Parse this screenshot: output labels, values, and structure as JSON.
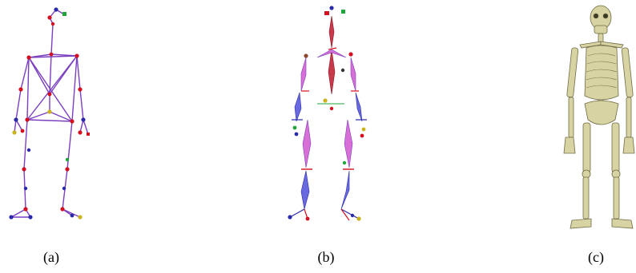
{
  "figure": {
    "panels": [
      {
        "id": "a",
        "caption": "(a)",
        "content": "stick-figure-skeleton-markers"
      },
      {
        "id": "b",
        "caption": "(b)",
        "content": "segment-bone-model-with-axes"
      },
      {
        "id": "c",
        "caption": "(c)",
        "content": "rendered-anatomical-skeleton"
      }
    ]
  },
  "colors": {
    "stick_line": "#7b3fbf",
    "marker_red": "#d40f1f",
    "marker_blue": "#2a2aa8",
    "marker_yellow": "#c9b21c",
    "marker_green": "#1fa53a",
    "bone_pink": "#d86fd6",
    "bone_blue": "#6a6ae0",
    "bone_red": "#c83a4a",
    "skeleton_bone": "#d8d3a3",
    "skeleton_shade": "#6f6b46"
  }
}
